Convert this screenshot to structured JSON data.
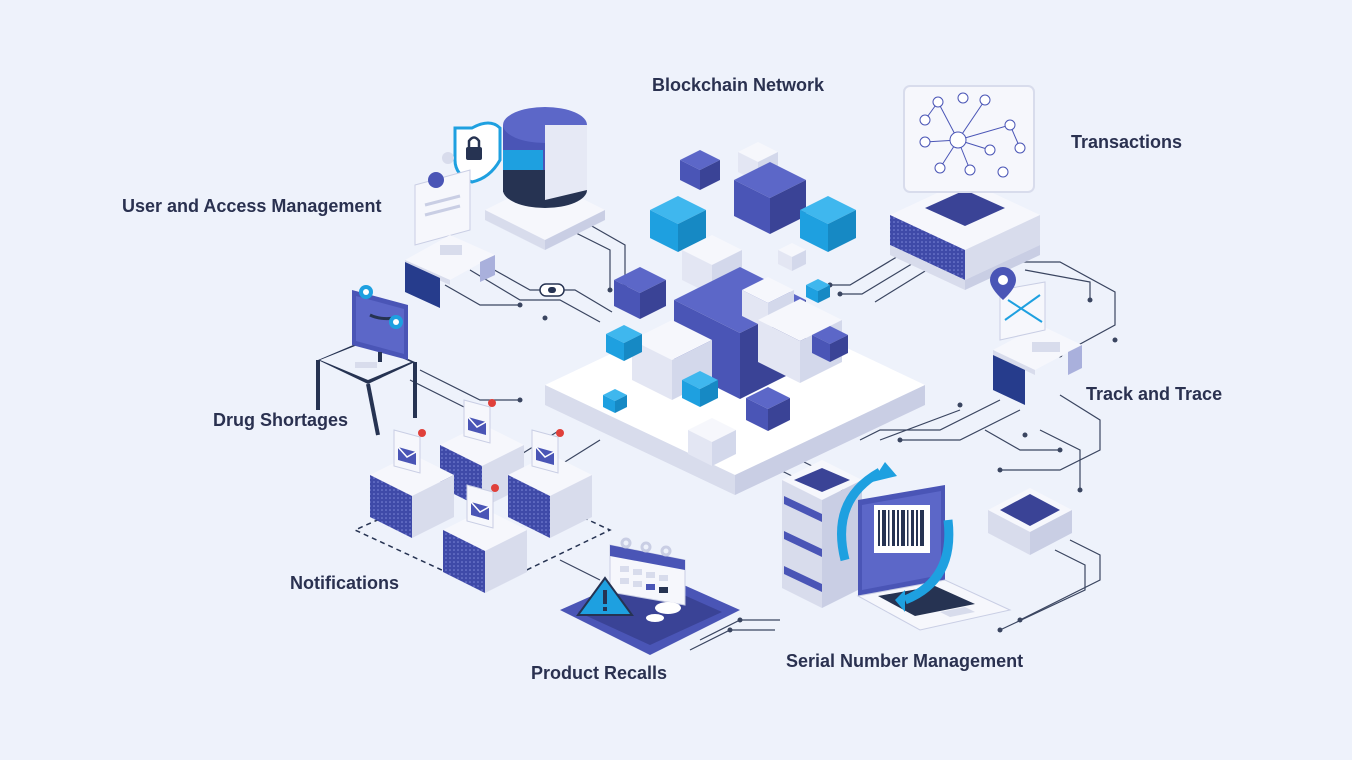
{
  "labels": {
    "blockchain_network": "Blockchain Network",
    "transactions": "Transactions",
    "user_access": "User and Access Management",
    "track_trace": "Track and Trace",
    "drug_shortages": "Drug Shortages",
    "notifications": "Notifications",
    "product_recalls": "Product Recalls",
    "serial_number": "Serial Number Management"
  },
  "colors": {
    "background": "#eef2fb",
    "indigo": "#4a55b6",
    "indigo_light": "#5c67c8",
    "indigo_dark": "#3a4396",
    "cyan": "#1ea0e0",
    "cyan_light": "#3fb7ee",
    "white_block": "#f6f7fc",
    "gray_side": "#d8dcec",
    "navy": "#263352",
    "line": "#3a4560",
    "label": "#2a3150"
  },
  "icons": {
    "lock": "lock-shield-icon",
    "location": "location-pin-icon",
    "warning": "warning-triangle-icon",
    "barcode": "barcode-icon",
    "sync": "sync-arrows-icon"
  }
}
